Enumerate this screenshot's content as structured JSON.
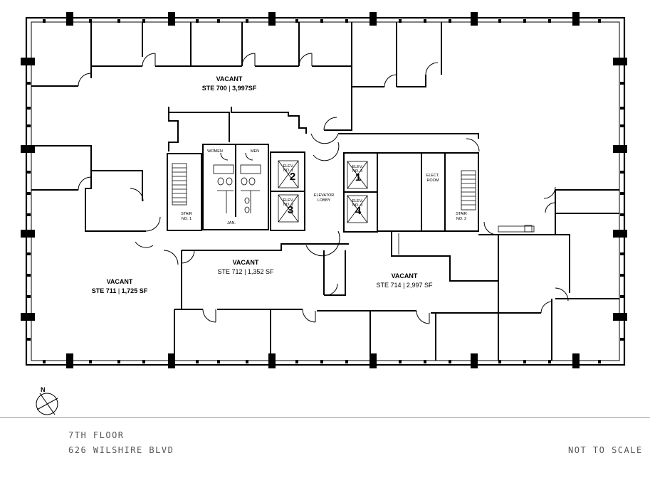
{
  "suites": [
    {
      "status": "VACANT",
      "name": "STE 700",
      "area": "3,997SF"
    },
    {
      "status": "VACANT",
      "name": "STE 711",
      "area": "1,725 SF"
    },
    {
      "status": "VACANT",
      "name": "STE 712",
      "area": "1,352 SF"
    },
    {
      "status": "VACANT",
      "name": "STE 714",
      "area": "2,997 SF"
    }
  ],
  "rooms": {
    "women": "WOMEN",
    "men": "MEN",
    "jan": "JAN.",
    "stair1": [
      "STAIR",
      "NO. 1"
    ],
    "stair2": [
      "STAIR",
      "NO. 2"
    ],
    "elect": [
      "ELECT.",
      "ROOM"
    ],
    "lobby": [
      "ELEVATOR",
      "LOBBY"
    ]
  },
  "elevators": [
    {
      "label": [
        "ELEV.",
        "NO. 1"
      ],
      "num": "2"
    },
    {
      "label": [
        "ELEV.",
        "NO. 2"
      ],
      "num": "3"
    },
    {
      "label": [
        "ELEV.",
        "NO. 3"
      ],
      "num": "1"
    },
    {
      "label": [
        "ELEV.",
        "NO. 4"
      ],
      "num": "4"
    }
  ],
  "compass": "N",
  "footer": {
    "floor": "7TH FLOOR",
    "address": "626 WILSHIRE BLVD",
    "scale_note": "NOT TO SCALE"
  }
}
